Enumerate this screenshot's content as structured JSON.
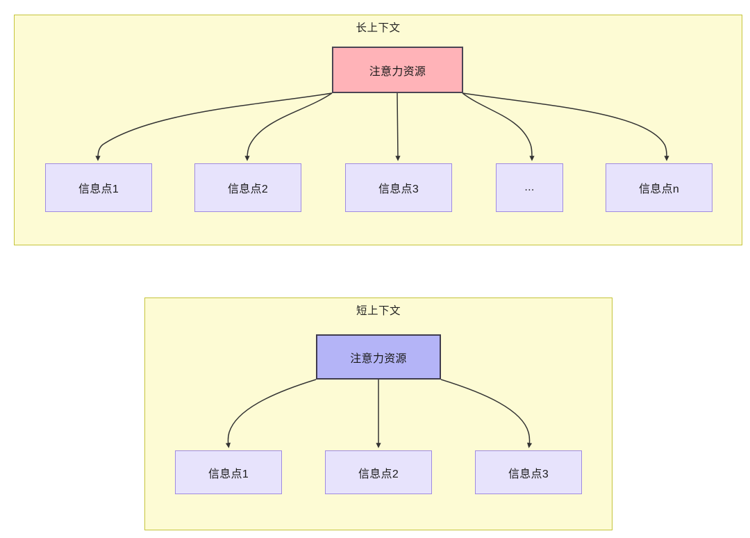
{
  "diagram": {
    "title_hidden": "",
    "colors": {
      "panel_fill": "#fdfbd4",
      "panel_border": "#c5c43a",
      "root_long_fill": "#ffb3b8",
      "root_short_fill": "#b4b4f7",
      "leaf_fill": "#e7e3fc",
      "leaf_border": "#9f8ae0",
      "edge_stroke": "#333333"
    },
    "panels": [
      {
        "key": "long_context",
        "title": "长上下文",
        "root": {
          "label": "注意力资源"
        },
        "leaves": [
          {
            "label": "信息点1"
          },
          {
            "label": "信息点2"
          },
          {
            "label": "信息点3"
          },
          {
            "label": "..."
          },
          {
            "label": "信息点n"
          }
        ]
      },
      {
        "key": "short_context",
        "title": "短上下文",
        "root": {
          "label": "注意力资源"
        },
        "leaves": [
          {
            "label": "信息点1"
          },
          {
            "label": "信息点2"
          },
          {
            "label": "信息点3"
          }
        ]
      }
    ]
  }
}
